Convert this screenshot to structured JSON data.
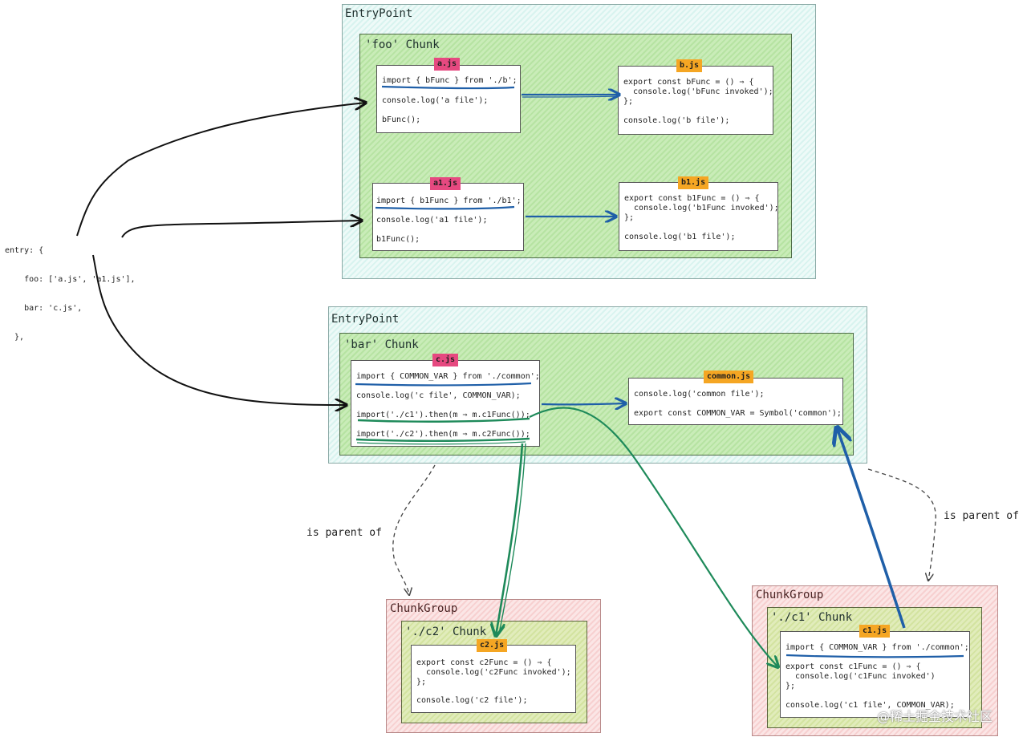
{
  "entry_config": {
    "lines": [
      "entry: {",
      "    foo: ['a.js', 'a1.js'],",
      "    bar: 'c.js',",
      "  },"
    ]
  },
  "foo_entry": {
    "title": "EntryPoint",
    "chunk_title": "'foo' Chunk",
    "a": {
      "tag": "a.js",
      "lines": [
        "import { bFunc } from './b';",
        "console.log('a file');",
        "bFunc();"
      ]
    },
    "b": {
      "tag": "b.js",
      "lines": [
        "export const bFunc = () ⇒ {",
        "  console.log('bFunc invoked');",
        "};",
        "console.log('b file');"
      ]
    },
    "a1": {
      "tag": "a1.js",
      "lines": [
        "import { b1Func } from './b1';",
        "console.log('a1 file');",
        "b1Func();"
      ]
    },
    "b1": {
      "tag": "b1.js",
      "lines": [
        "export const b1Func = () ⇒ {",
        "  console.log('b1Func invoked');",
        "};",
        "console.log('b1 file');"
      ]
    }
  },
  "bar_entry": {
    "title": "EntryPoint",
    "chunk_title": "'bar' Chunk",
    "c": {
      "tag": "c.js",
      "lines": [
        "import { COMMON_VAR } from './common';",
        "console.log('c file', COMMON_VAR);",
        "import('./c1').then(m ⇒ m.c1Func());",
        "import('./c2').then(m ⇒ m.c2Func());"
      ]
    },
    "common": {
      "tag": "common.js",
      "lines": [
        "console.log('common file');",
        "export const COMMON_VAR = Symbol('common');"
      ]
    }
  },
  "c2_group": {
    "title": "ChunkGroup",
    "chunk_title": "'./c2' Chunk",
    "c2": {
      "tag": "c2.js",
      "lines": [
        "export const c2Func = () ⇒ {",
        "  console.log('c2Func invoked');",
        "};",
        "console.log('c2 file');"
      ]
    }
  },
  "c1_group": {
    "title": "ChunkGroup",
    "chunk_title": "'./c1' Chunk",
    "c1": {
      "tag": "c1.js",
      "lines": [
        "import { COMMON_VAR } from './common';",
        "export const c1Func = () ⇒ {",
        "  console.log('c1Func invoked')",
        "};",
        "console.log('c1 file', COMMON_VAR);"
      ]
    }
  },
  "labels": {
    "parent_left": "is parent of",
    "parent_right": "is parent of"
  },
  "watermark": "@稀土掘金技术社区",
  "colors": {
    "blue": "#1f5fa8",
    "green": "#1e8a5a",
    "black": "#111111",
    "dashed": "#444444"
  }
}
